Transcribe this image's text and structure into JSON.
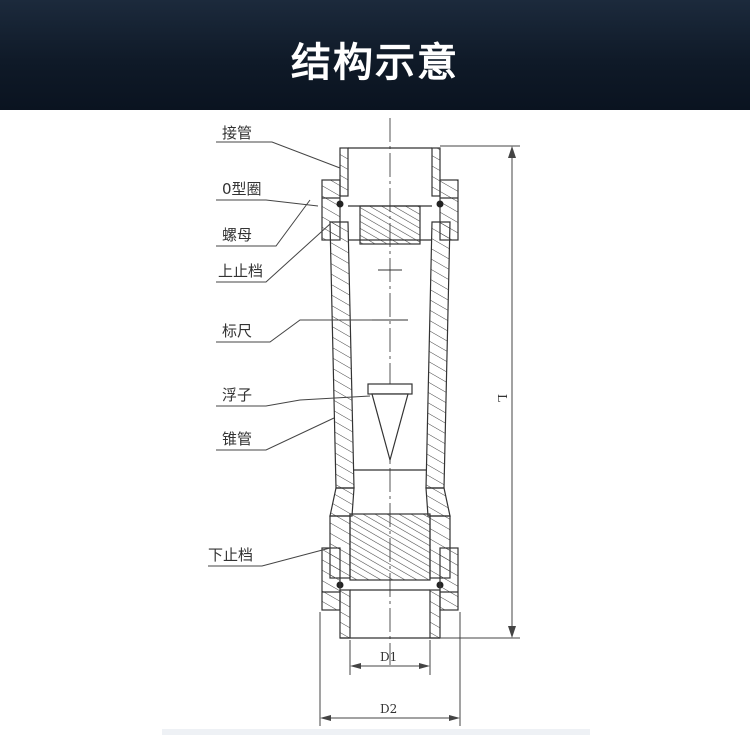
{
  "header": {
    "title": "结构示意"
  },
  "labels": {
    "connector": "接管",
    "o_ring": "0型圈",
    "nut": "螺母",
    "upper_stop": "上止档",
    "scale": "标尺",
    "float": "浮子",
    "cone_tube": "锥管",
    "lower_stop": "下止档"
  },
  "dimensions": {
    "length": "L",
    "d1": "D1",
    "d2": "D2"
  },
  "colors": {
    "header_bg": "#0f1a28",
    "line": "#333333"
  }
}
